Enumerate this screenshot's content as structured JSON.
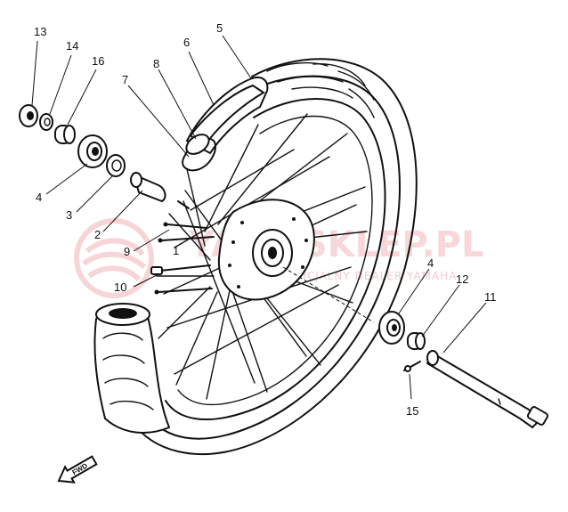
{
  "callouts": [
    {
      "id": "13",
      "label": "13"
    },
    {
      "id": "14",
      "label": "14"
    },
    {
      "id": "16",
      "label": "16"
    },
    {
      "id": "4a",
      "label": "4"
    },
    {
      "id": "3",
      "label": "3"
    },
    {
      "id": "2",
      "label": "2"
    },
    {
      "id": "9",
      "label": "9"
    },
    {
      "id": "1",
      "label": "1"
    },
    {
      "id": "10",
      "label": "10"
    },
    {
      "id": "8",
      "label": "8"
    },
    {
      "id": "7",
      "label": "7"
    },
    {
      "id": "6",
      "label": "6"
    },
    {
      "id": "5",
      "label": "5"
    },
    {
      "id": "4b",
      "label": "4"
    },
    {
      "id": "12",
      "label": "12"
    },
    {
      "id": "11",
      "label": "11"
    },
    {
      "id": "15",
      "label": "15"
    }
  ],
  "watermark": {
    "brand": "YAMASKLEP.PL",
    "tagline": "OFICJALNY DEALER YAMAHA"
  },
  "fwd_label": "FWD",
  "colors": {
    "ink": "#111111",
    "watermark": "#f1b8bd"
  }
}
